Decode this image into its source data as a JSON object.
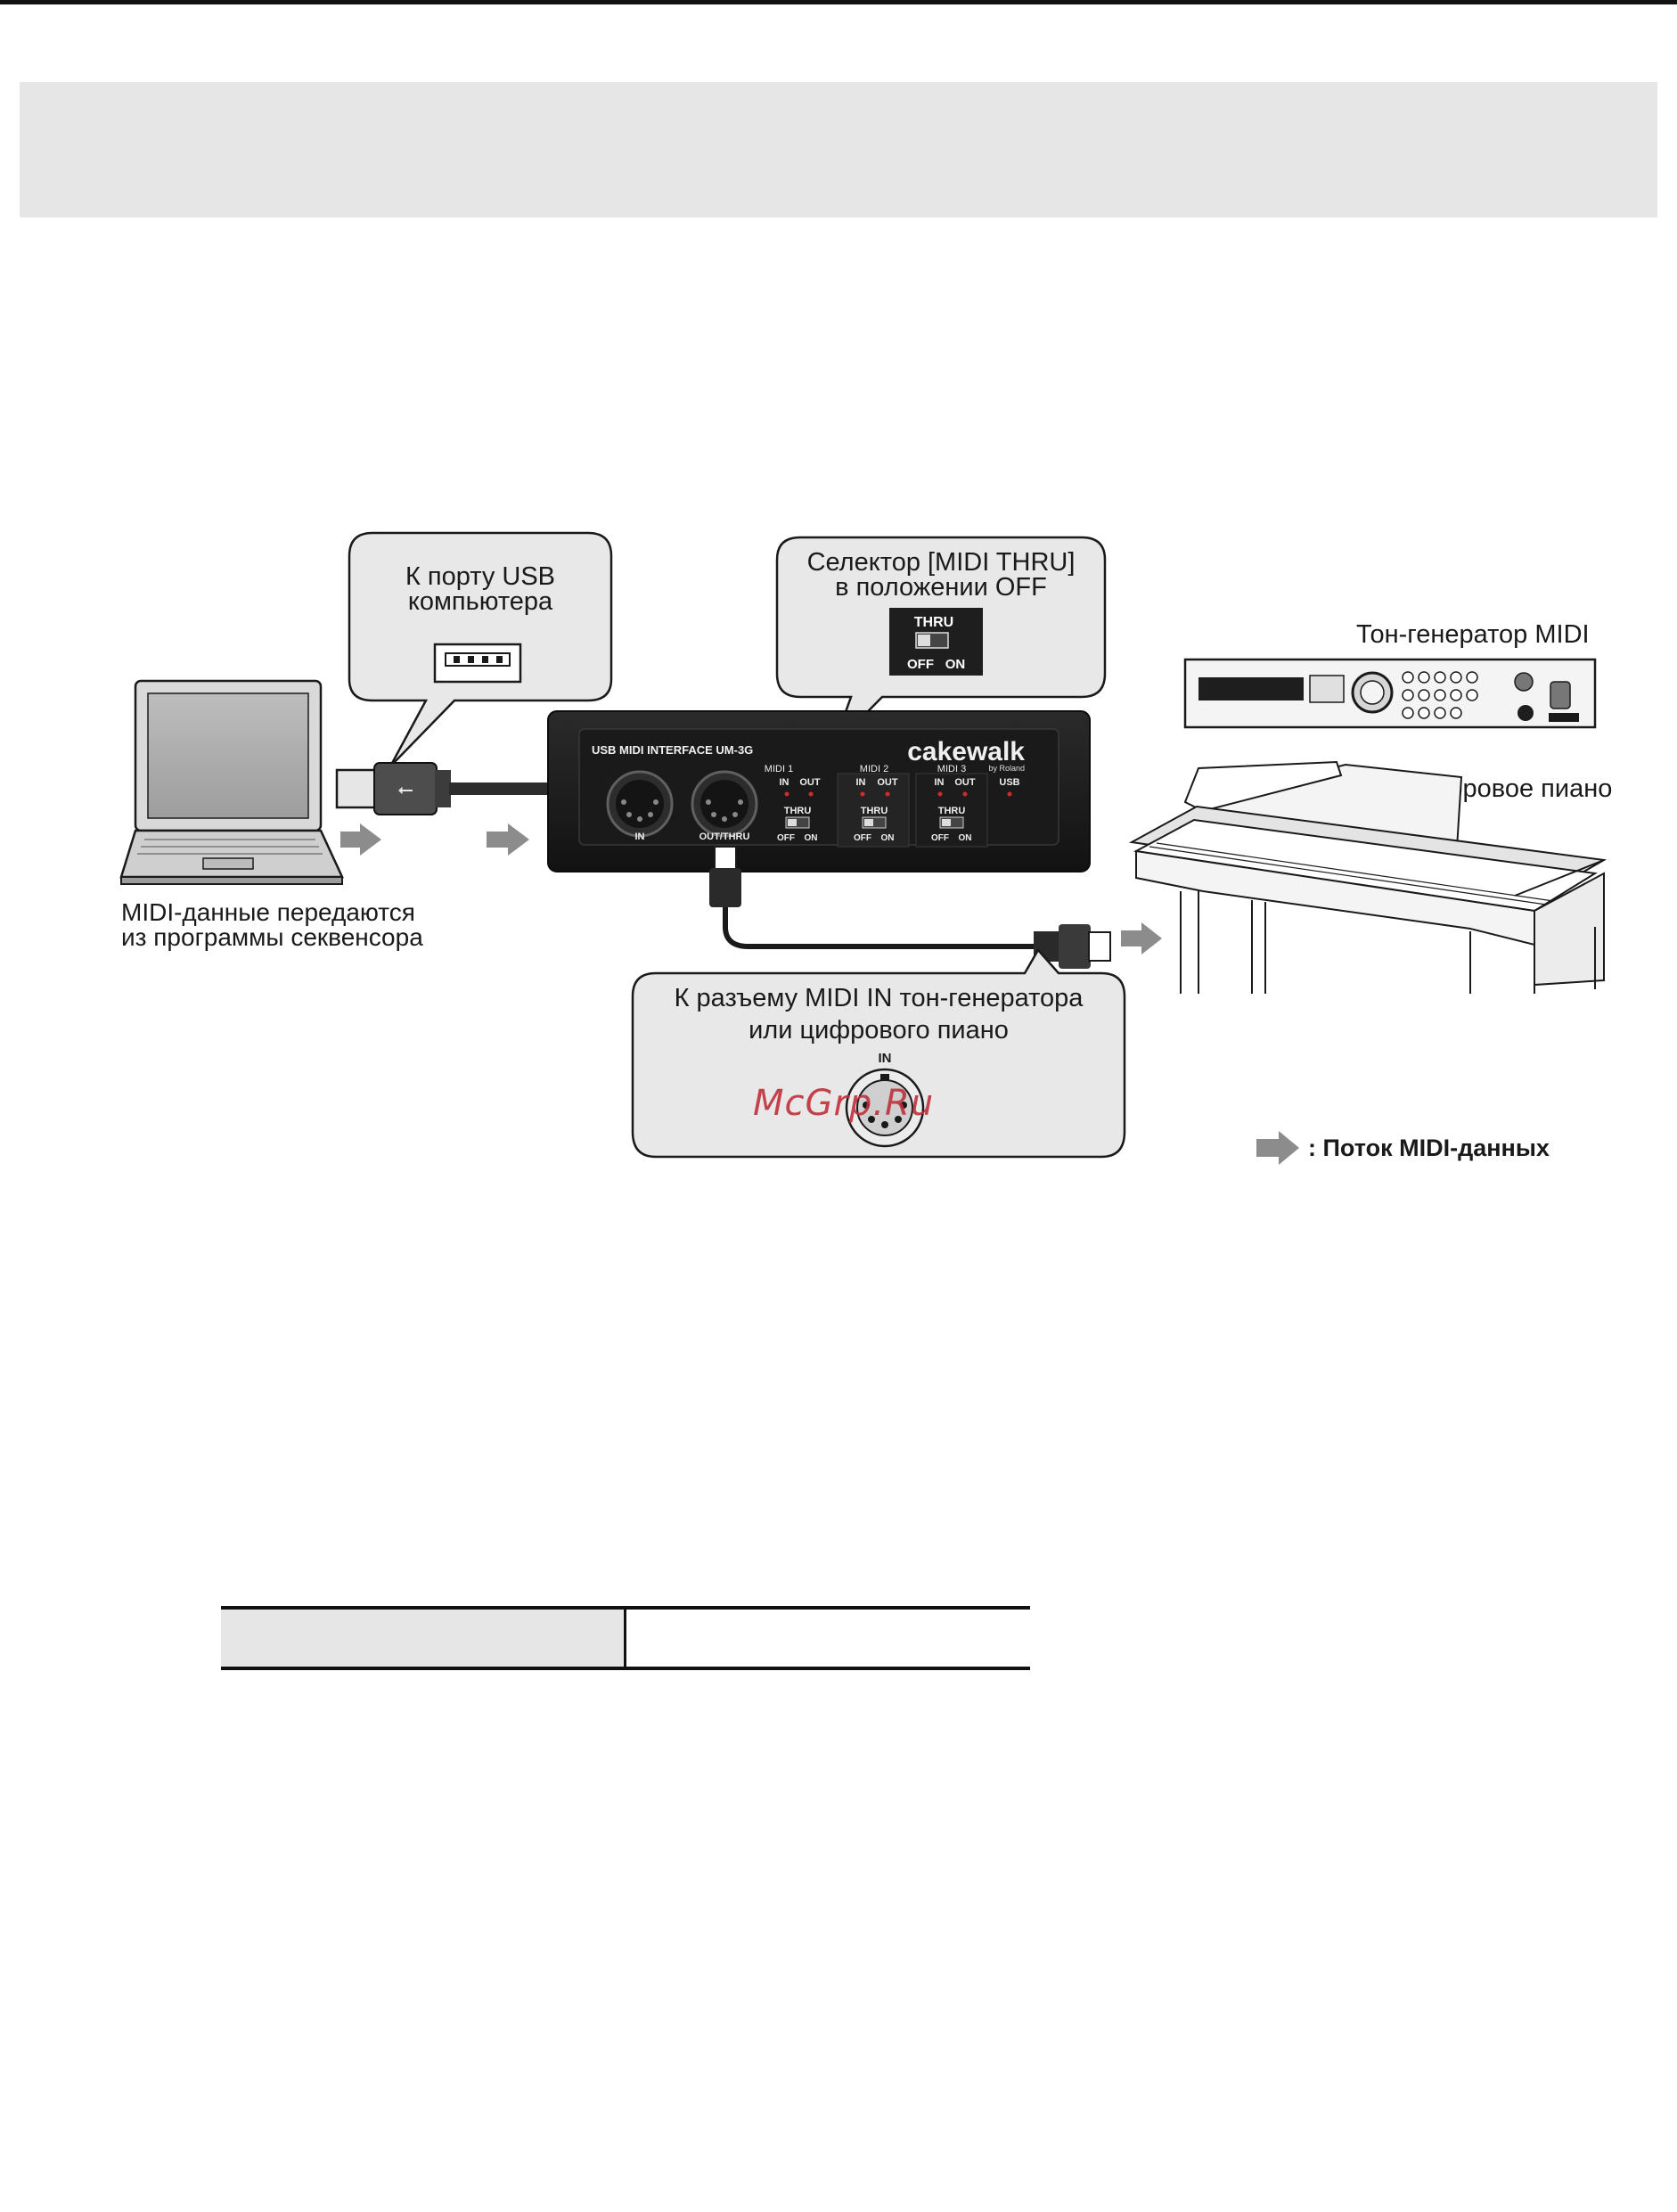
{
  "page": {
    "header_band_text": ""
  },
  "callouts": {
    "usb_port": {
      "line1": "К порту USB",
      "line2": "компьютера"
    },
    "selector": {
      "line1": "Селектор [MIDI THRU]",
      "line2": "в положении OFF",
      "switch_title": "THRU",
      "switch_off": "OFF",
      "switch_on": "ON"
    },
    "midi_in": {
      "line1": "К разъему MIDI IN тон-генератора",
      "line2": "или цифрового пиано",
      "jack_label": "IN"
    }
  },
  "laptop": {
    "caption_line1": "MIDI-данные передаются",
    "caption_line2": "из программы секвенсора"
  },
  "interface": {
    "model_label": "USB MIDI INTERFACE UM-3G",
    "brand": "cakewalk",
    "brand_sub": "by Roland",
    "jack_in_label": "IN",
    "jack_out_label": "OUT/THRU",
    "ports": [
      {
        "name": "MIDI 1",
        "in": "IN",
        "out": "OUT",
        "thru": "THRU",
        "off": "OFF",
        "on": "ON"
      },
      {
        "name": "MIDI 2",
        "in": "IN",
        "out": "OUT",
        "thru": "THRU",
        "off": "OFF",
        "on": "ON"
      },
      {
        "name": "MIDI 3",
        "in": "IN",
        "out": "OUT",
        "thru": "THRU",
        "off": "OFF",
        "on": "ON"
      }
    ],
    "usb_label": "USB"
  },
  "devices": {
    "tone_generator_label": "Тон-генератор MIDI",
    "digital_piano_label": "Цифровое пиано"
  },
  "legend": {
    "label": ": Поток MIDI-данных"
  },
  "watermark": "McGrp.Ru",
  "colors": {
    "callout_fill": "#e8e8e8",
    "header_band": "#e6e6e6",
    "arrow_gray": "#8c8c8c",
    "device_dark": "#1c1c1c",
    "led_red": "#d42a2a"
  }
}
